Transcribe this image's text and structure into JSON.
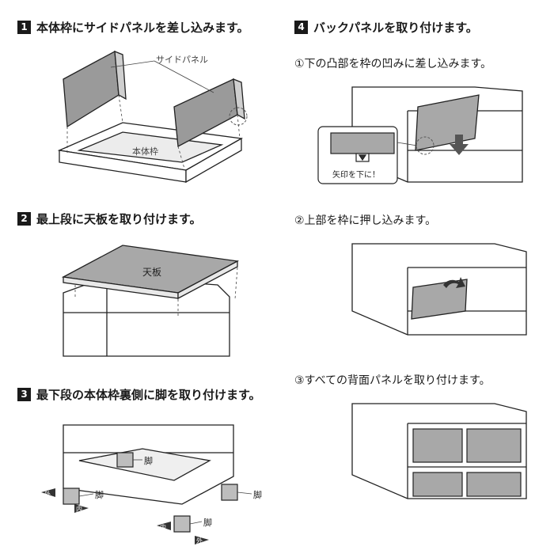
{
  "steps": [
    {
      "number": "1",
      "title": "本体枠にサイドパネルを差し込みます。",
      "labels": {
        "side_panel": "サイドパネル",
        "frame": "本体枠"
      }
    },
    {
      "number": "2",
      "title": "最上段に天板を取り付けます。",
      "labels": {
        "top_board": "天板"
      }
    },
    {
      "number": "3",
      "title": "最下段の本体枠裏側に脚を取り付けます。",
      "labels": {
        "leg": "脚",
        "outer": "外",
        "inner": "内"
      }
    },
    {
      "number": "4",
      "title": "バックパネルを取り付けます。",
      "substeps": [
        "①下の凸部を枠の凹みに差し込みます。",
        "②上部を枠に押し込みます。",
        "③すべての背面パネルを取り付けます。"
      ],
      "labels": {
        "arrow_note": "矢印を下に！"
      }
    }
  ]
}
